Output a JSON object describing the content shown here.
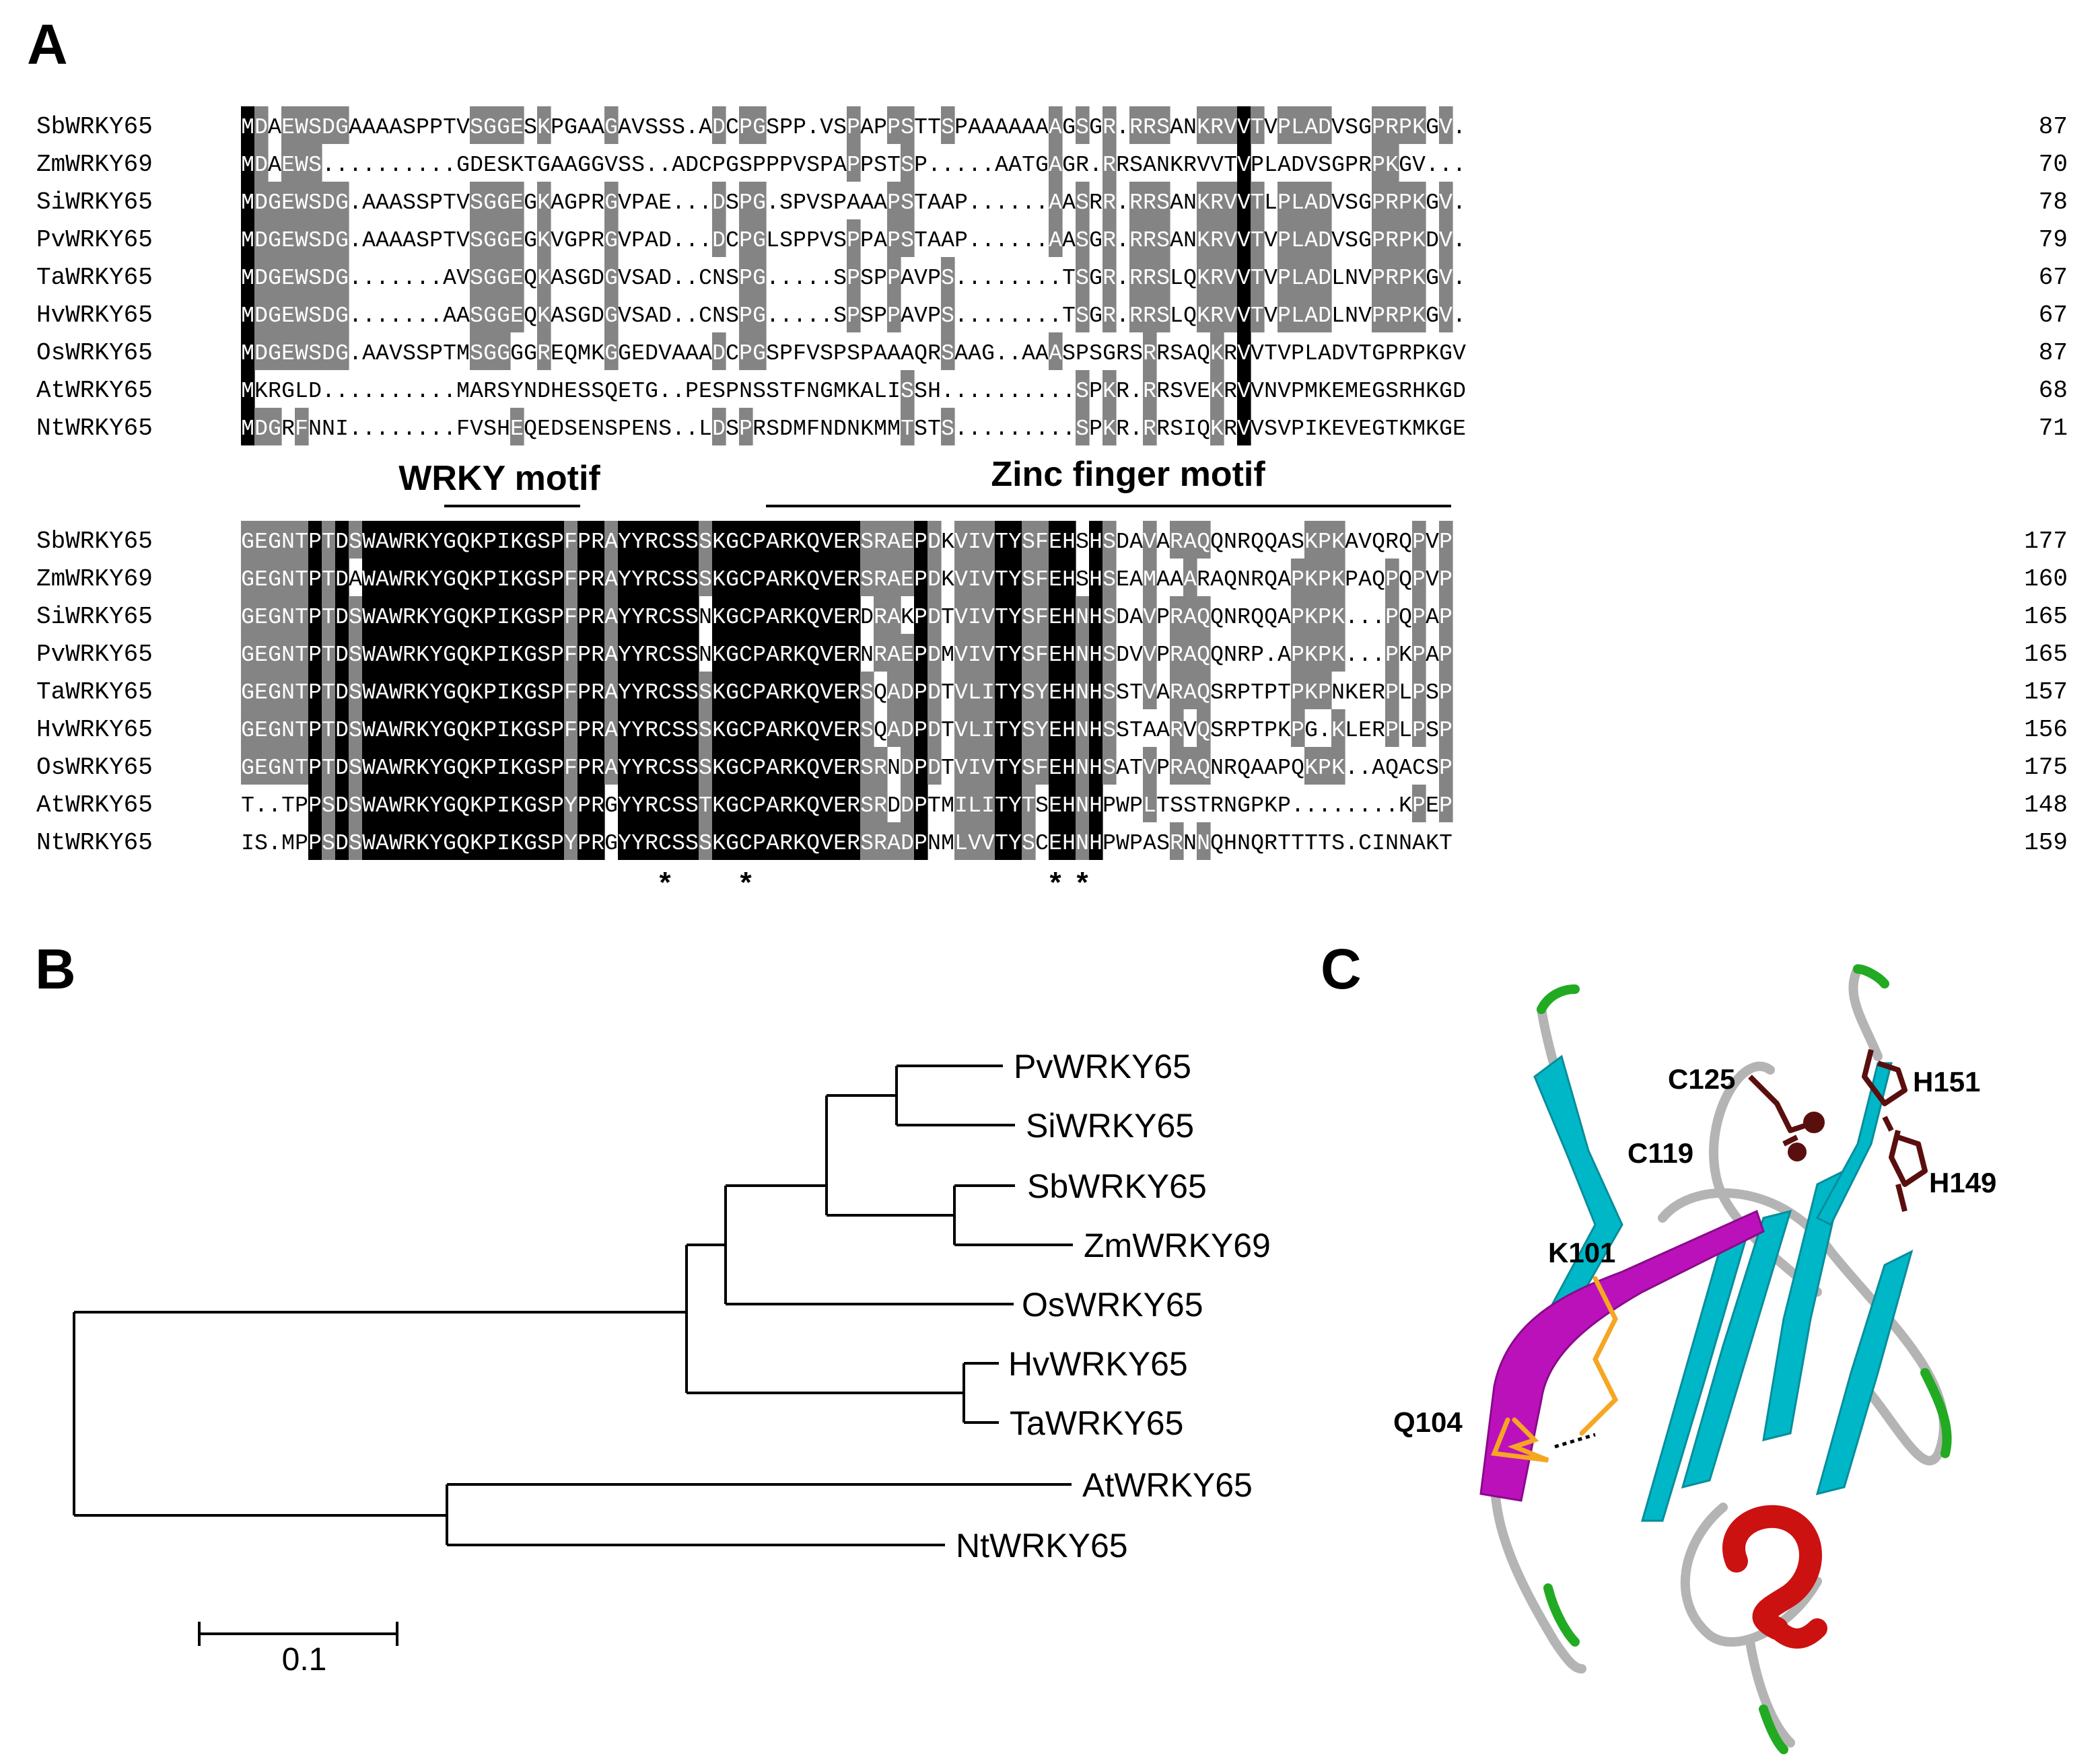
{
  "panels": {
    "a": "A",
    "b": "B",
    "c": "C"
  },
  "colors": {
    "identical": "#000000",
    "similar": "#848484",
    "text_light": "#ffffff",
    "text_dark": "#000000"
  },
  "alignment": {
    "blocks": [
      {
        "rows": [
          {
            "name": "SbWRKY65",
            "seq": "MDAEWSDGAAAASPPTVSGGESKPGAAGAVSSS.ADCPGSPP.VSPAPPSTTSPAAAAAAAGSGR.RRSANKRVVTVPLADVSGPRPKGV",
            "num": "87"
          },
          {
            "name": "ZmWRKY69",
            "seq": "MDAEWS..........GDESKTGAAGGVSS..ADCPGSPPPVSPAPPSTSP.....AATGAGR.RRSANKRVVTVPLADVSGPRPKGV",
            "num": "70"
          },
          {
            "name": "SiWRKY65",
            "seq": "MDGEWSDG.AAASSPTVSGGEGKAGPRGVPAE...DSPG.SPVSPAAAPSTAAP......AASRR.RRSANKRVVTLPLADVSGPRPKGV",
            "num": "78"
          },
          {
            "name": "PvWRKY65",
            "seq": "MDGEWSDG.AAAASPTVSGGEGKVGPRGVPAD...DCPGLSPPVSPPAPSTAAP......AASGR.RRSANKRVVTVPLADVSGPRPKDV",
            "num": "79"
          },
          {
            "name": "TaWRKY65",
            "seq": "MDGEWSDG.......AVSGGEQKASGDGVSAD..CNSPG.....SPSPPAVPS........TSGR.RRSLQKRVVTVPLADLNVPRPKGV",
            "num": "67"
          },
          {
            "name": "HvWRKY65",
            "seq": "MDGEWSDG.......AASGGEQKASGDGVSAD..CNSPG.....SPSPPAVPS........TSGR.RRSLQKRVVTVPLADLNVPRPKGV",
            "num": "67"
          },
          {
            "name": "OsWRKY65",
            "seq": "MDGEWSDG.AAVSSPTMSGGGGREQMKGGEDVAAADCPGSPFVSPSPAAAQRSAAG..AAASPSGRSRRSAQKRVVTVPLADVTGPRPKGV",
            "num": "87"
          },
          {
            "name": "AtWRKY65",
            "seq": "MKRGLD..........MARSYNDHESSQETG..PESPNSSTFNGMKALISSH..........SPKR.RRSVEKRVVNVPMKEMEGSRHKGD",
            "num": "68"
          },
          {
            "name": "NtWRKY65",
            "seq": "MDGRFNNI........FVSHEQEDSENSPENS..LDSPRSDMFNDNKMMTSTS.........SPKR.RRSIQKRVVSVPIKEVEGTKMKGE",
            "num": "71"
          }
        ]
      },
      {
        "motifs": [
          {
            "label": "WRKY motif"
          },
          {
            "label": "Zinc finger motif"
          }
        ],
        "rows": [
          {
            "name": "SbWRKY65",
            "seq": "GEGNTPTDSWAWRKYGQKPIKGSPFPRAYYRCSSSKGCPARKQVERSRAEPDKVIVTYSFEHSHSDAVARAQQNRQQASKPKAVQRQPVP",
            "num": "177"
          },
          {
            "name": "ZmWRKY69",
            "seq": "GEGNTPTDAWAWRKYGQKPIKGSPFPRAYYRCSSSKGCPARKQVERSRAEPDKVIVTYSFEHSHSEAMAAARAQNRQAPKPKPAQPQPVP",
            "num": "160"
          },
          {
            "name": "SiWRKY65",
            "seq": "GEGNTPTDSWAWRKYGQKPIKGSPFPRAYYRCSSNKGCPARKQVERDRAKPDTVIVTYSFEHNHSDAVPRAQQNRQQAPKPK...PQPAP",
            "num": "165"
          },
          {
            "name": "PvWRKY65",
            "seq": "GEGNTPTDSWAWRKYGQKPIKGSPFPRAYYRCSSNKGCPARKQVERNRAEPDMVIVTYSFEHNHSDVVPRAQQNRP.APKPK...PKPAP",
            "num": "165"
          },
          {
            "name": "TaWRKY65",
            "seq": "GEGNTPTDSWAWRKYGQKPIKGSPFPRAYYRCSSSKGCPARKQVERSQADPDTVLITYSYEHNHSSTVARAQSRPTPTPKPNKERPLPSP",
            "num": "157"
          },
          {
            "name": "HvWRKY65",
            "seq": "GEGNTPTDSWAWRKYGQKPIKGSPFPRAYYRCSSSKGCPARKQVERSQADPDTVLITYSYEHNHSSTAARVQSRPTPKPG.KLERPLPSP",
            "num": "156"
          },
          {
            "name": "OsWRKY65",
            "seq": "GEGNTPTDSWAWRKYGQKPIKGSPFPRAYYRCSSSKGCPARKQVERSRNDPDTVIVTYSFEHNHSATVPRAQNRQAAPQKPK..AQACSP",
            "num": "175"
          },
          {
            "name": "AtWRKY65",
            "seq": "T..TPPSDSWAWRKYGQKPIKGSPYPRGYYRCSSTKGCPARKQVERSRDDPTMILITYTSEHNHPWPLTSSTRNGPKP........KPEP",
            "num": "148"
          },
          {
            "name": "NtWRKY65",
            "seq": "IS.MPPSDSWAWRKYGQKPIKGSPYPRGYYRCSSSKGCPARKQVERSRADPNMLVVTYSCEHNHPWPASRNNQHNQRTTTTS.CINNAKT",
            "num": "159"
          }
        ],
        "stars": "* * * *"
      }
    ]
  },
  "tree": {
    "leaves": [
      "PvWRKY65",
      "SiWRKY65",
      "SbWRKY65",
      "ZmWRKY69",
      "OsWRKY65",
      "HvWRKY65",
      "TaWRKY65",
      "AtWRKY65",
      "NtWRKY65"
    ],
    "scale_label": "0.1"
  },
  "structure": {
    "residues": [
      "C125",
      "H151",
      "C119",
      "H149",
      "K101",
      "Q104"
    ],
    "colors": {
      "sheet": "#00b7c8",
      "coil": "#b4b4b4",
      "helix": "#cc1111",
      "turn": "#22aa22",
      "motif": "#bb11bb",
      "zinc": "#5a0f0f",
      "sidechain": "#f5a623"
    }
  }
}
